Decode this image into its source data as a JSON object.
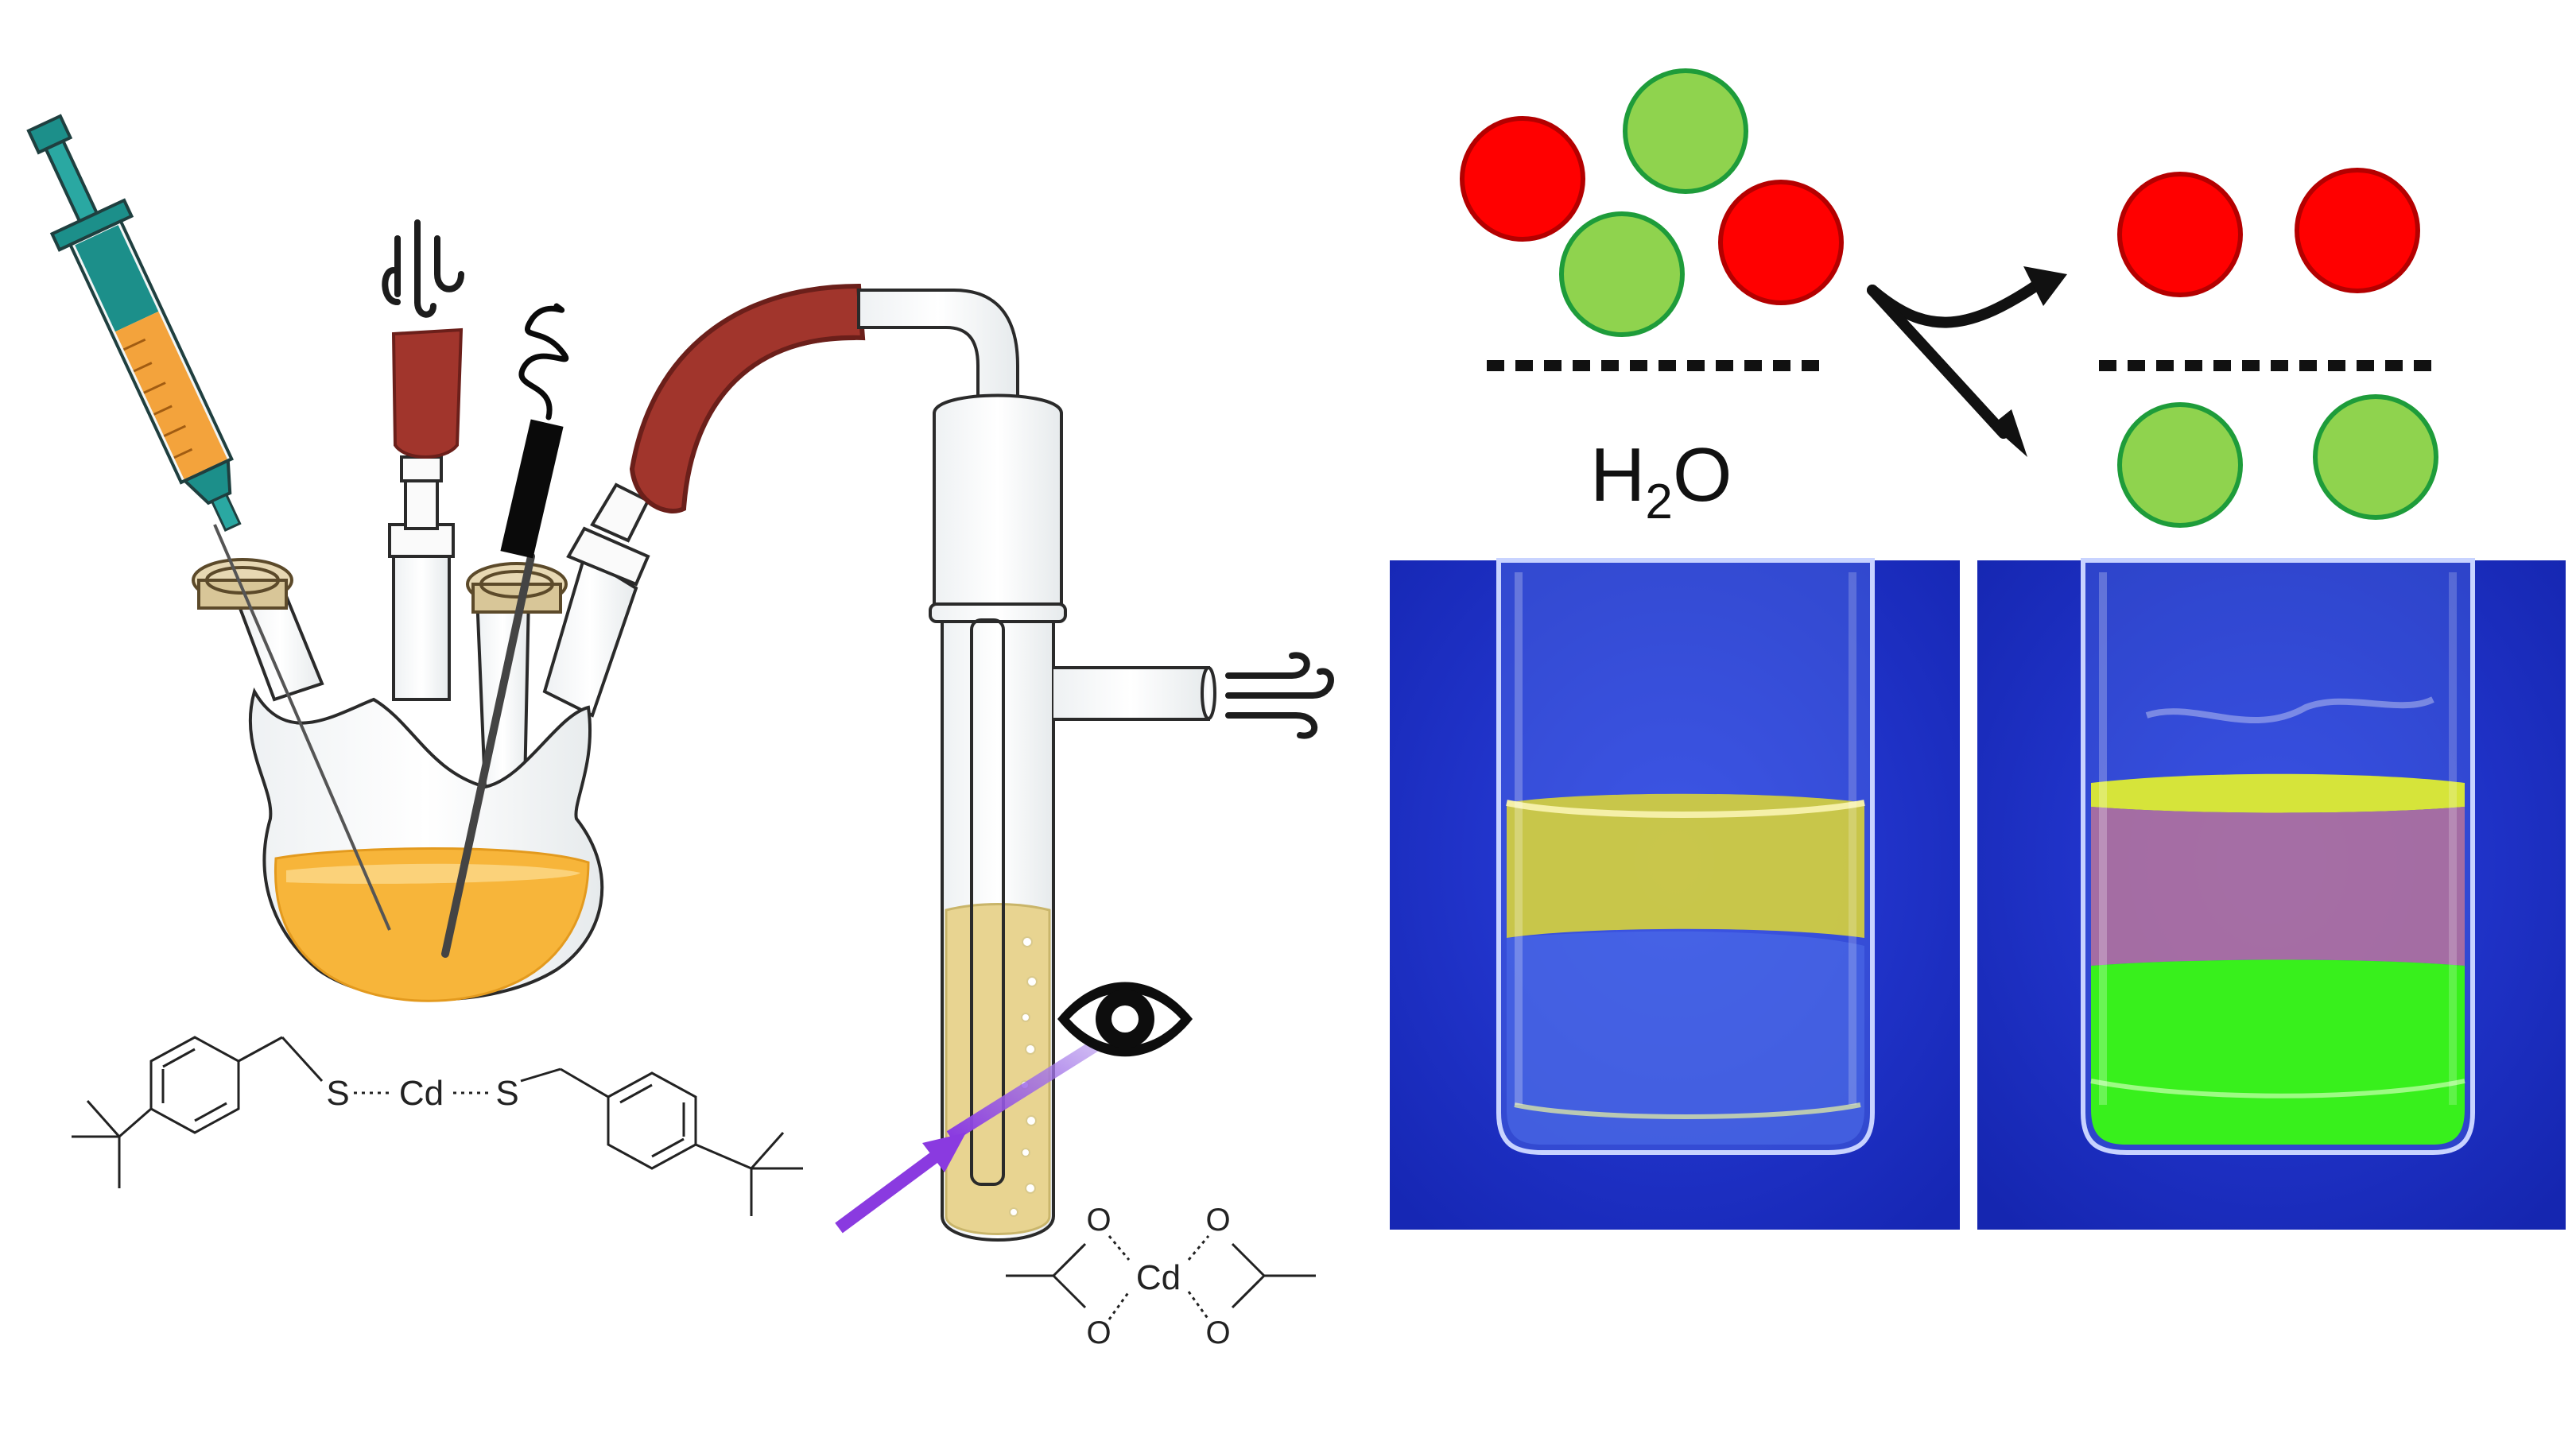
{
  "labels": {
    "water": "H",
    "water_sub": "2",
    "water_tail": "O",
    "thiolate_s1": "S",
    "thiolate_cd": "Cd",
    "thiolate_s2": "S",
    "acetate_cd": "Cd",
    "acetate_o": "O"
  },
  "icons": [
    "syringe-icon",
    "vapor-icon",
    "thermocouple-icon",
    "eye-icon",
    "wind-icon",
    "light-beam-arrow-icon",
    "split-arrow-icon"
  ],
  "colors": {
    "red_particle": "#ff0000",
    "green_particle": "#8fd34e",
    "green_outline": "#1e9c3a",
    "solution_orange": "#f7b53a",
    "syringe_teal": "#1c8f8a",
    "rubber_tube": "#a1352c",
    "beam_purple": "#8a3ae0",
    "photo_background": "#1a30c8",
    "fluorescence_yellow": "#d8d33a",
    "fluorescence_green": "#38f01c",
    "fluorescence_pink": "#b8739a"
  },
  "particles": {
    "mixture": [
      "red",
      "green",
      "green",
      "red"
    ],
    "upper_phase": [
      "red",
      "red"
    ],
    "lower_phase": [
      "green",
      "green"
    ]
  }
}
